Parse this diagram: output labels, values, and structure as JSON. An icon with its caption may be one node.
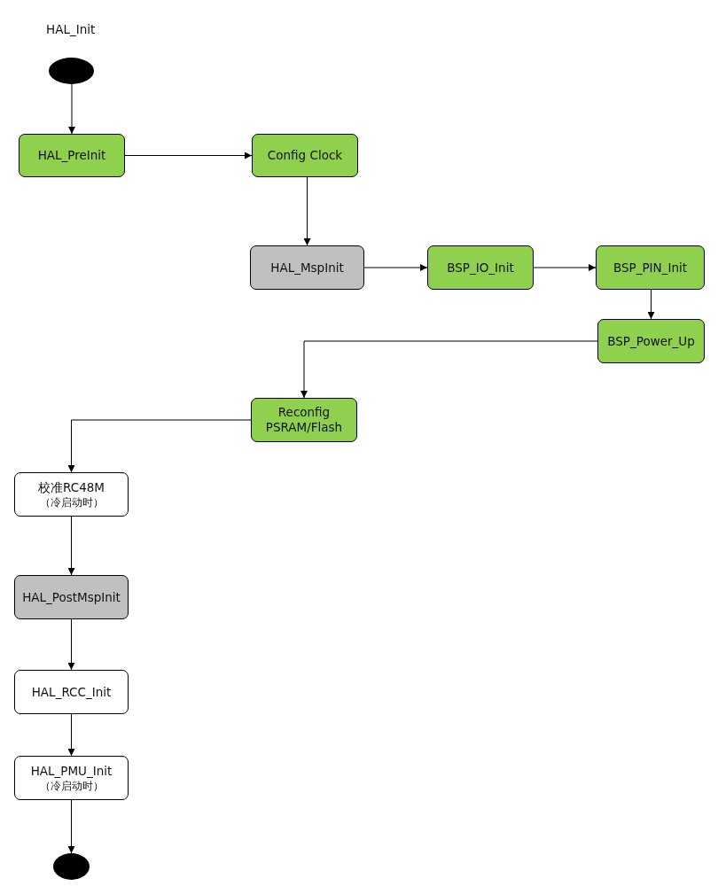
{
  "diagram": {
    "nodes": [
      {
        "text": [],
        "shape": "circle",
        "beside": [
          "HAL_Init"
        ]
      },
      {
        "text": [
          "HAL_PreInit"
        ]
      },
      {
        "text": [
          "Config Clock"
        ]
      },
      {
        "text": [
          "HAL_MspInit"
        ]
      },
      {
        "text": [
          "BSP_IO_Init"
        ]
      },
      {
        "text": [
          "BSP_PIN_Init"
        ]
      },
      {
        "text": [
          "BSP_Power_Up"
        ]
      },
      {
        "text": [
          "Reconfig PSRAM/Flash"
        ]
      },
      {
        "text": [
          "校准RC48M",
          "（冷启动时）"
        ]
      },
      {
        "text": [
          "HAL_PostMspInit"
        ]
      },
      {
        "text": [
          "HAL_RCC_Init"
        ]
      },
      {
        "text": [
          "HAL_PMU_Init",
          "（冷启动时）"
        ]
      },
      {
        "text": [],
        "shape": "circle"
      }
    ],
    "edges": [
      {
        "from": 0,
        "to": 1,
        "arrow": "to"
      },
      {
        "from": 1,
        "to": 2,
        "arrow": "to"
      },
      {
        "from": 2,
        "to": 3,
        "arrow": "to"
      },
      {
        "from": 3,
        "to": 4,
        "arrow": "to"
      },
      {
        "from": 4,
        "to": 5,
        "arrow": "to"
      },
      {
        "from": 5,
        "to": 6,
        "arrow": "to"
      },
      {
        "from": 6,
        "to": 7,
        "arrow": "to"
      },
      {
        "from": 7,
        "to": 8,
        "arrow": "to"
      },
      {
        "from": 8,
        "to": 9,
        "arrow": "to"
      },
      {
        "from": 9,
        "to": 10,
        "arrow": "to"
      },
      {
        "from": 10,
        "to": 11,
        "arrow": "to"
      },
      {
        "from": 11,
        "to": 12,
        "arrow": "to"
      }
    ]
  }
}
